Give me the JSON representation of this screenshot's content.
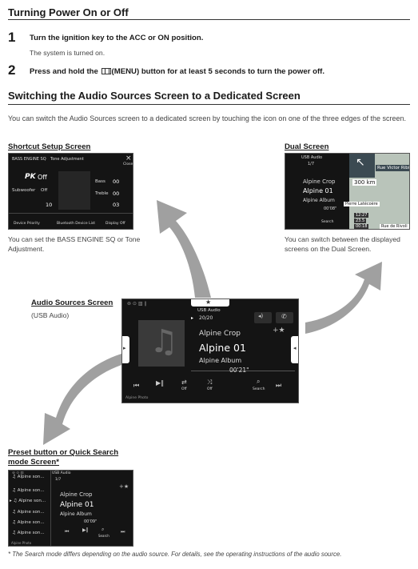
{
  "section1": {
    "title": "Turning Power On or Off",
    "step1": {
      "num": "1",
      "text": "Turn the ignition key to the ACC or ON position.",
      "sub": "The system is turned on."
    },
    "step2": {
      "num": "2",
      "text_before": "Press and hold the",
      "text_after": "(MENU) button for at least 5 seconds to turn the power off."
    }
  },
  "section2": {
    "title": "Switching the Audio Sources Screen to a Dedicated Screen",
    "intro": "You can switch the Audio Sources screen to a dedicated screen by touching the icon on one of the three edges of the screen."
  },
  "shortcut": {
    "label": "Shortcut Setup Screen",
    "caption": "You can set the BASS ENGINE SQ or Tone Adjustment.",
    "screen": {
      "tab1": "BASS ENGINE SQ",
      "tab2": "Tone Adjustment",
      "close": "Close",
      "pk_off": "Off",
      "subwoofer": "Subwoofer",
      "sub_val": "Off",
      "bass": "Bass",
      "bass_val": "00",
      "treble": "Treble",
      "treble_val": "00",
      "val10": "10",
      "val03": "03",
      "foot1": "Device Priority",
      "foot2": "Bluetooth Device List",
      "foot3": "Display Off"
    }
  },
  "dual": {
    "label": "Dual Screen",
    "caption": "You can switch between the displayed screens on the Dual Screen.",
    "screen": {
      "src": "USB Audio",
      "track": "1/7",
      "artist": "Alpine Crop",
      "title": "Alpine 01",
      "album": "Alpine Album",
      "time": "00'08\"",
      "search": "Search",
      "street": "Rue Victor Ribin",
      "dist": "300",
      "dist_unit": "km",
      "place": "Pierre Latécoère",
      "clock": "12:27",
      "d1": "23.5",
      "d2": "00:18",
      "road": "Rue de Rivoli"
    }
  },
  "audio": {
    "label": "Audio Sources Screen",
    "sub": "(USB Audio)",
    "screen": {
      "src": "USB Audio",
      "track": "20/20",
      "artist": "Alpine Crop",
      "title": "Alpine 01",
      "album": "Alpine Album",
      "time": "00'21\"",
      "repeat": "Off",
      "shuffle": "Off",
      "search": "Search",
      "brand": "Alpine Photo"
    }
  },
  "preset": {
    "label": "Preset button or Quick Search mode Screen*",
    "screen": {
      "src": "USB Audio",
      "track": "1/7",
      "list": [
        "Alpine son...",
        "Alpine son...",
        "Alpine son...",
        "Alpine son...",
        "Alpine son...",
        "Alpine son..."
      ],
      "artist": "Alpine Crop",
      "title": "Alpine 01",
      "album": "Alpine Album",
      "time": "00'09\"",
      "search": "Search",
      "brand": "Alpine Photo"
    }
  },
  "footnote": "*  The Search mode differs depending on the audio source. For details, see the operating instructions of the audio source.",
  "colors": {
    "arrow": "#a0a0a0",
    "screen_bg": "#141414",
    "accent": "#ffffff"
  }
}
